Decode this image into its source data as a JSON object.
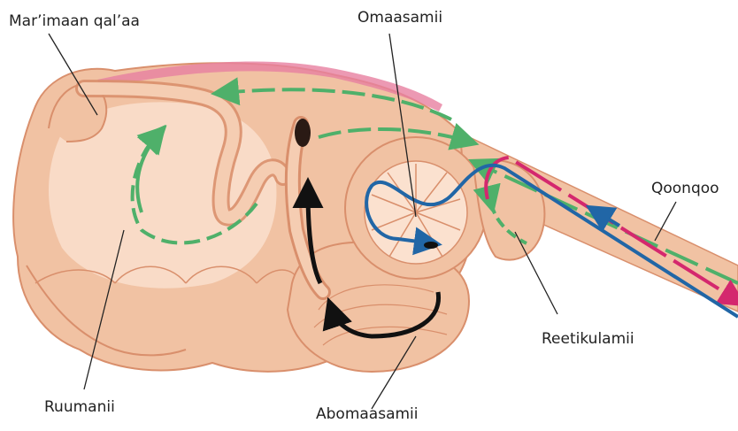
{
  "labels": {
    "marimaan": "Mar’imaan qal’aa",
    "omaasamii": "Omaasamii",
    "qoonqoo": "Qoonqoo",
    "ruumanii": "Ruumanii",
    "reetikulamii": "Reetikulamii",
    "abomaasamii": "Abomaasamii"
  },
  "colors": {
    "tissue": "#f1c2a3",
    "tissue_dark": "#d98f6c",
    "tissue_light": "#fbe1cf",
    "green_flow": "#4fb06a",
    "pink_flow": "#d4286e",
    "blue_flow": "#2166a6",
    "black_flow": "#111111"
  }
}
